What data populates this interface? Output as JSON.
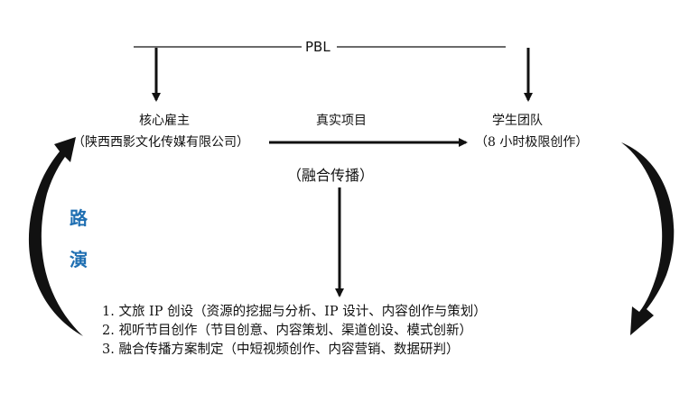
{
  "header": {
    "label": "PBL"
  },
  "left_node": {
    "title": "核心雇主",
    "subtitle": "（陕西西影文化传媒有限公司）"
  },
  "middle_label": "真实项目",
  "right_node": {
    "title": "学生团队",
    "subtitle": "（8 小时极限创作）"
  },
  "center_label": "（融合传播）",
  "side_label": {
    "line1": "路",
    "line2": "演"
  },
  "items": [
    "1. 文旅 IP 创设（资源的挖掘与分析、IP 设计、内容创作与策划）",
    "2. 视听节目创作（节目创意、内容策划、渠道创设、模式创新）",
    "3. 融合传播方案制定（中短视频创作、内容营销、数据研判）"
  ],
  "colors": {
    "ink": "#111111",
    "accent": "#1f6fb2"
  }
}
